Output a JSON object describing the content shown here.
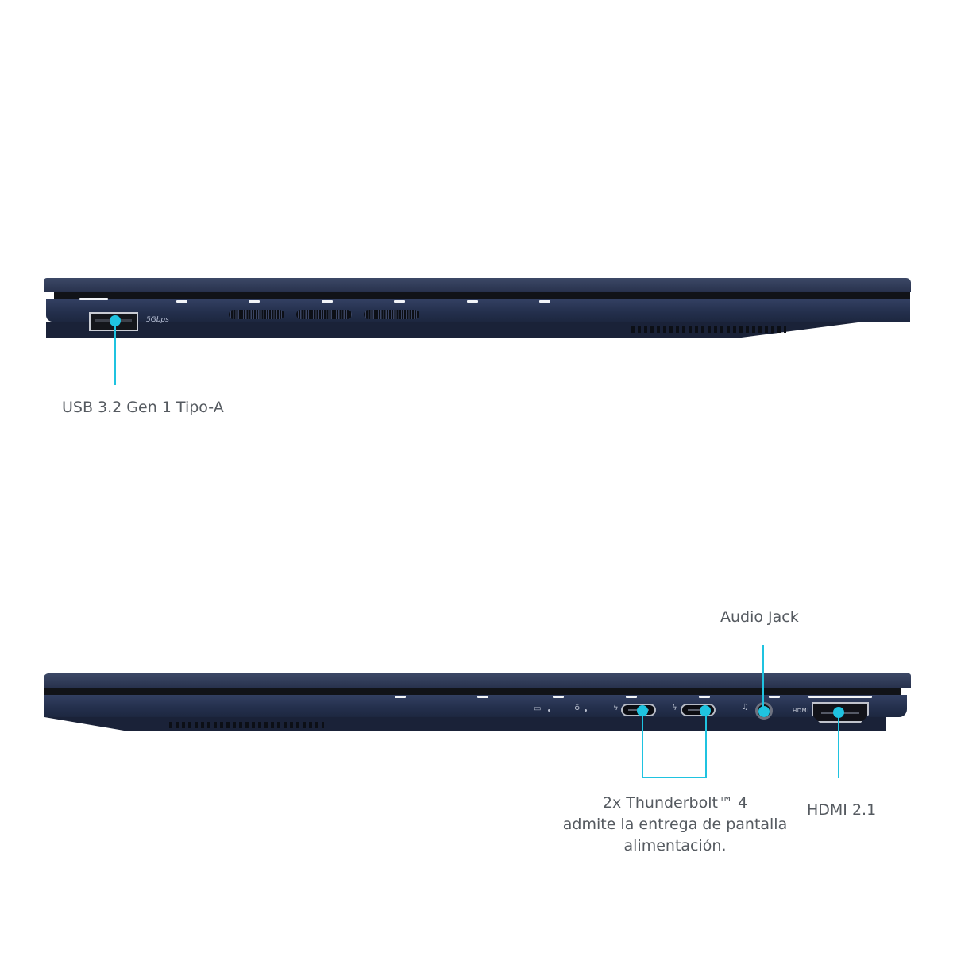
{
  "colors": {
    "accent_cyan": "#1fc3e0",
    "laptop_blue": "#28324d",
    "label_gray": "#555a60",
    "background": "#ffffff"
  },
  "left_side_view": {
    "ports": [
      {
        "id": "usb-a",
        "icon": "usb-a-port-icon",
        "badge": "5Gbps"
      }
    ],
    "callouts": [
      {
        "label": "USB 3.2 Gen 1 Tipo-A"
      }
    ]
  },
  "right_side_view": {
    "indicators": [
      {
        "icon": "battery-indicator-icon",
        "glyph": "▭"
      },
      {
        "icon": "power-led-icon",
        "glyph": "♁"
      }
    ],
    "ports": [
      {
        "id": "thunderbolt-1",
        "icon": "thunderbolt-icon",
        "glyph": "ϟ"
      },
      {
        "id": "thunderbolt-2",
        "icon": "thunderbolt-icon",
        "glyph": "ϟ"
      },
      {
        "id": "audio-jack",
        "icon": "headset-icon",
        "glyph": "♫"
      },
      {
        "id": "hdmi",
        "icon": "hdmi-port-icon",
        "tiny_label": "HDMI"
      }
    ],
    "callouts": {
      "audio": "Audio Jack",
      "thunderbolt_line1": "2x Thunderbolt™ 4",
      "thunderbolt_line2": "admite la entrega de pantalla",
      "thunderbolt_line3": "alimentación.",
      "hdmi": "HDMI 2.1"
    }
  }
}
